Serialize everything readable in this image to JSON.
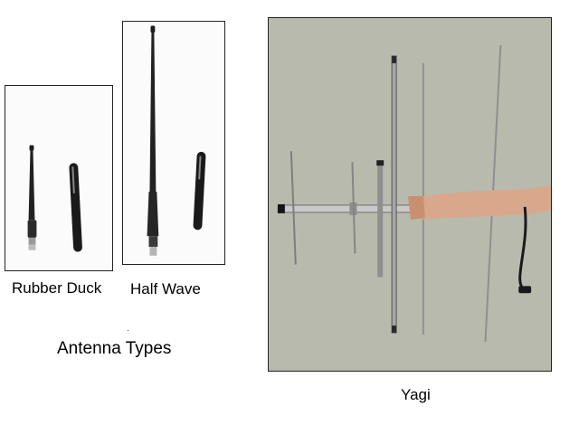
{
  "captions": {
    "rubber_duck": "Rubber Duck",
    "half_wave": "Half Wave",
    "antenna_types": "Antenna Types",
    "yagi": "Yagi"
  }
}
